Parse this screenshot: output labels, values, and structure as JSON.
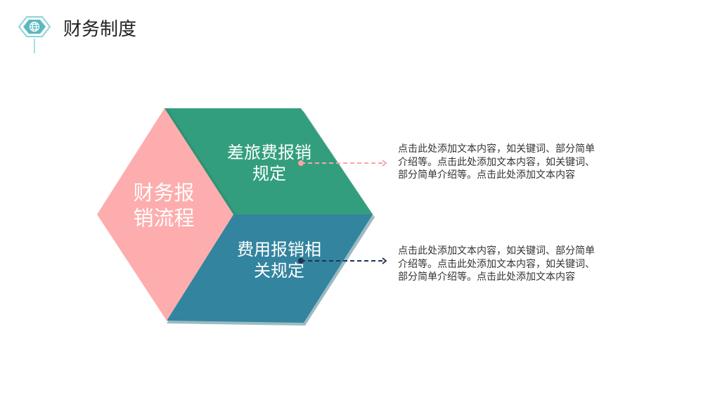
{
  "header": {
    "title": "财务制度",
    "logo_icon": "globe-icon"
  },
  "hexagon": {
    "main_label": "财务报\n销流程",
    "top_label": "差旅费报销\n规定",
    "bottom_label": "费用报销相\n关规定",
    "colors": {
      "main": "#fdadad",
      "top": "#339e7e",
      "bottom": "#33849e"
    }
  },
  "descriptions": [
    {
      "text": "点击此处添加文本内容，如关键词、部分简单\n介绍等。点击此处添加文本内容，如关键词、\n部分简单介绍等。点击此处添加文本内容",
      "connector_color": "#f7a6a6"
    },
    {
      "text": "点击此处添加文本内容，如关键词、部分简单\n介绍等。点击此处添加文本内容，如关键词、\n部分简单介绍等。点击此处添加文本内容",
      "connector_color": "#1c3554"
    }
  ],
  "theme": {
    "logo_fill": "#5ab8c0",
    "logo_border": "#8fd3d8"
  }
}
